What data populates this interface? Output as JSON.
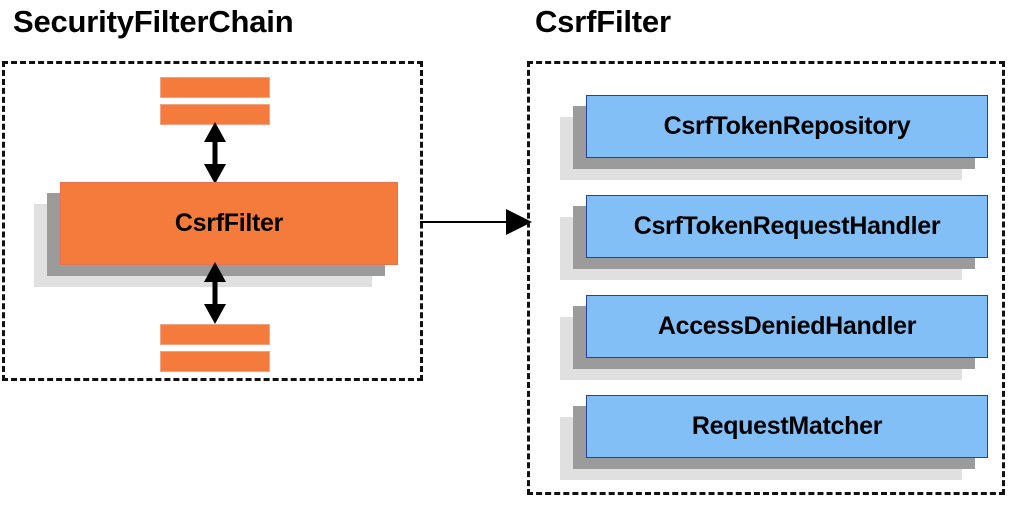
{
  "diagram": {
    "type": "component-diagram",
    "background_color": "#ffffff",
    "palette": {
      "orange_fill": "#f47b3c",
      "orange_border": "#f0a383",
      "blue_fill": "#82bff7",
      "blue_border": "#2a3f9e",
      "shadow_dark": "#9b9b9b",
      "shadow_light": "#e0e0e0",
      "stroke": "#111111",
      "text": "#000000"
    },
    "panels": [
      {
        "id": "security-filter-chain",
        "title": "SecurityFilterChain",
        "border_style": "dashed",
        "boxes": [
          {
            "label": "CsrfFilter",
            "color": "orange",
            "highlighted": true
          }
        ],
        "filter_bars": [
          {
            "label": "",
            "position": "above"
          },
          {
            "label": "",
            "position": "above"
          },
          {
            "label": "",
            "position": "below"
          },
          {
            "label": "",
            "position": "below"
          }
        ],
        "connectors": [
          {
            "kind": "double-arrow",
            "orientation": "vertical",
            "from": "filter-bars-above",
            "to": "CsrfFilter"
          },
          {
            "kind": "double-arrow",
            "orientation": "vertical",
            "from": "CsrfFilter",
            "to": "filter-bars-below"
          }
        ]
      },
      {
        "id": "csrf-filter",
        "title": "CsrfFilter",
        "border_style": "dashed",
        "boxes": [
          {
            "label": "CsrfTokenRepository",
            "color": "blue"
          },
          {
            "label": "CsrfTokenRequestHandler",
            "color": "blue"
          },
          {
            "label": "AccessDeniedHandler",
            "color": "blue"
          },
          {
            "label": "RequestMatcher",
            "color": "blue"
          }
        ]
      }
    ],
    "cross_panel_connector": {
      "kind": "single-arrow",
      "orientation": "horizontal",
      "from": "security-filter-chain",
      "to": "csrf-filter"
    }
  }
}
